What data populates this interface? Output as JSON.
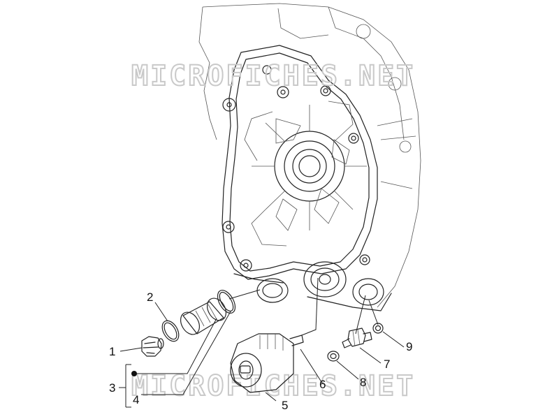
{
  "watermark": {
    "text": "MICROFICHES.NET"
  },
  "callouts": [
    "1",
    "2",
    "3",
    "4",
    "5",
    "6",
    "7",
    "8",
    "9"
  ],
  "colors": {
    "line": "#222222",
    "watermark": "#c9c9c9",
    "background": "#ffffff"
  }
}
